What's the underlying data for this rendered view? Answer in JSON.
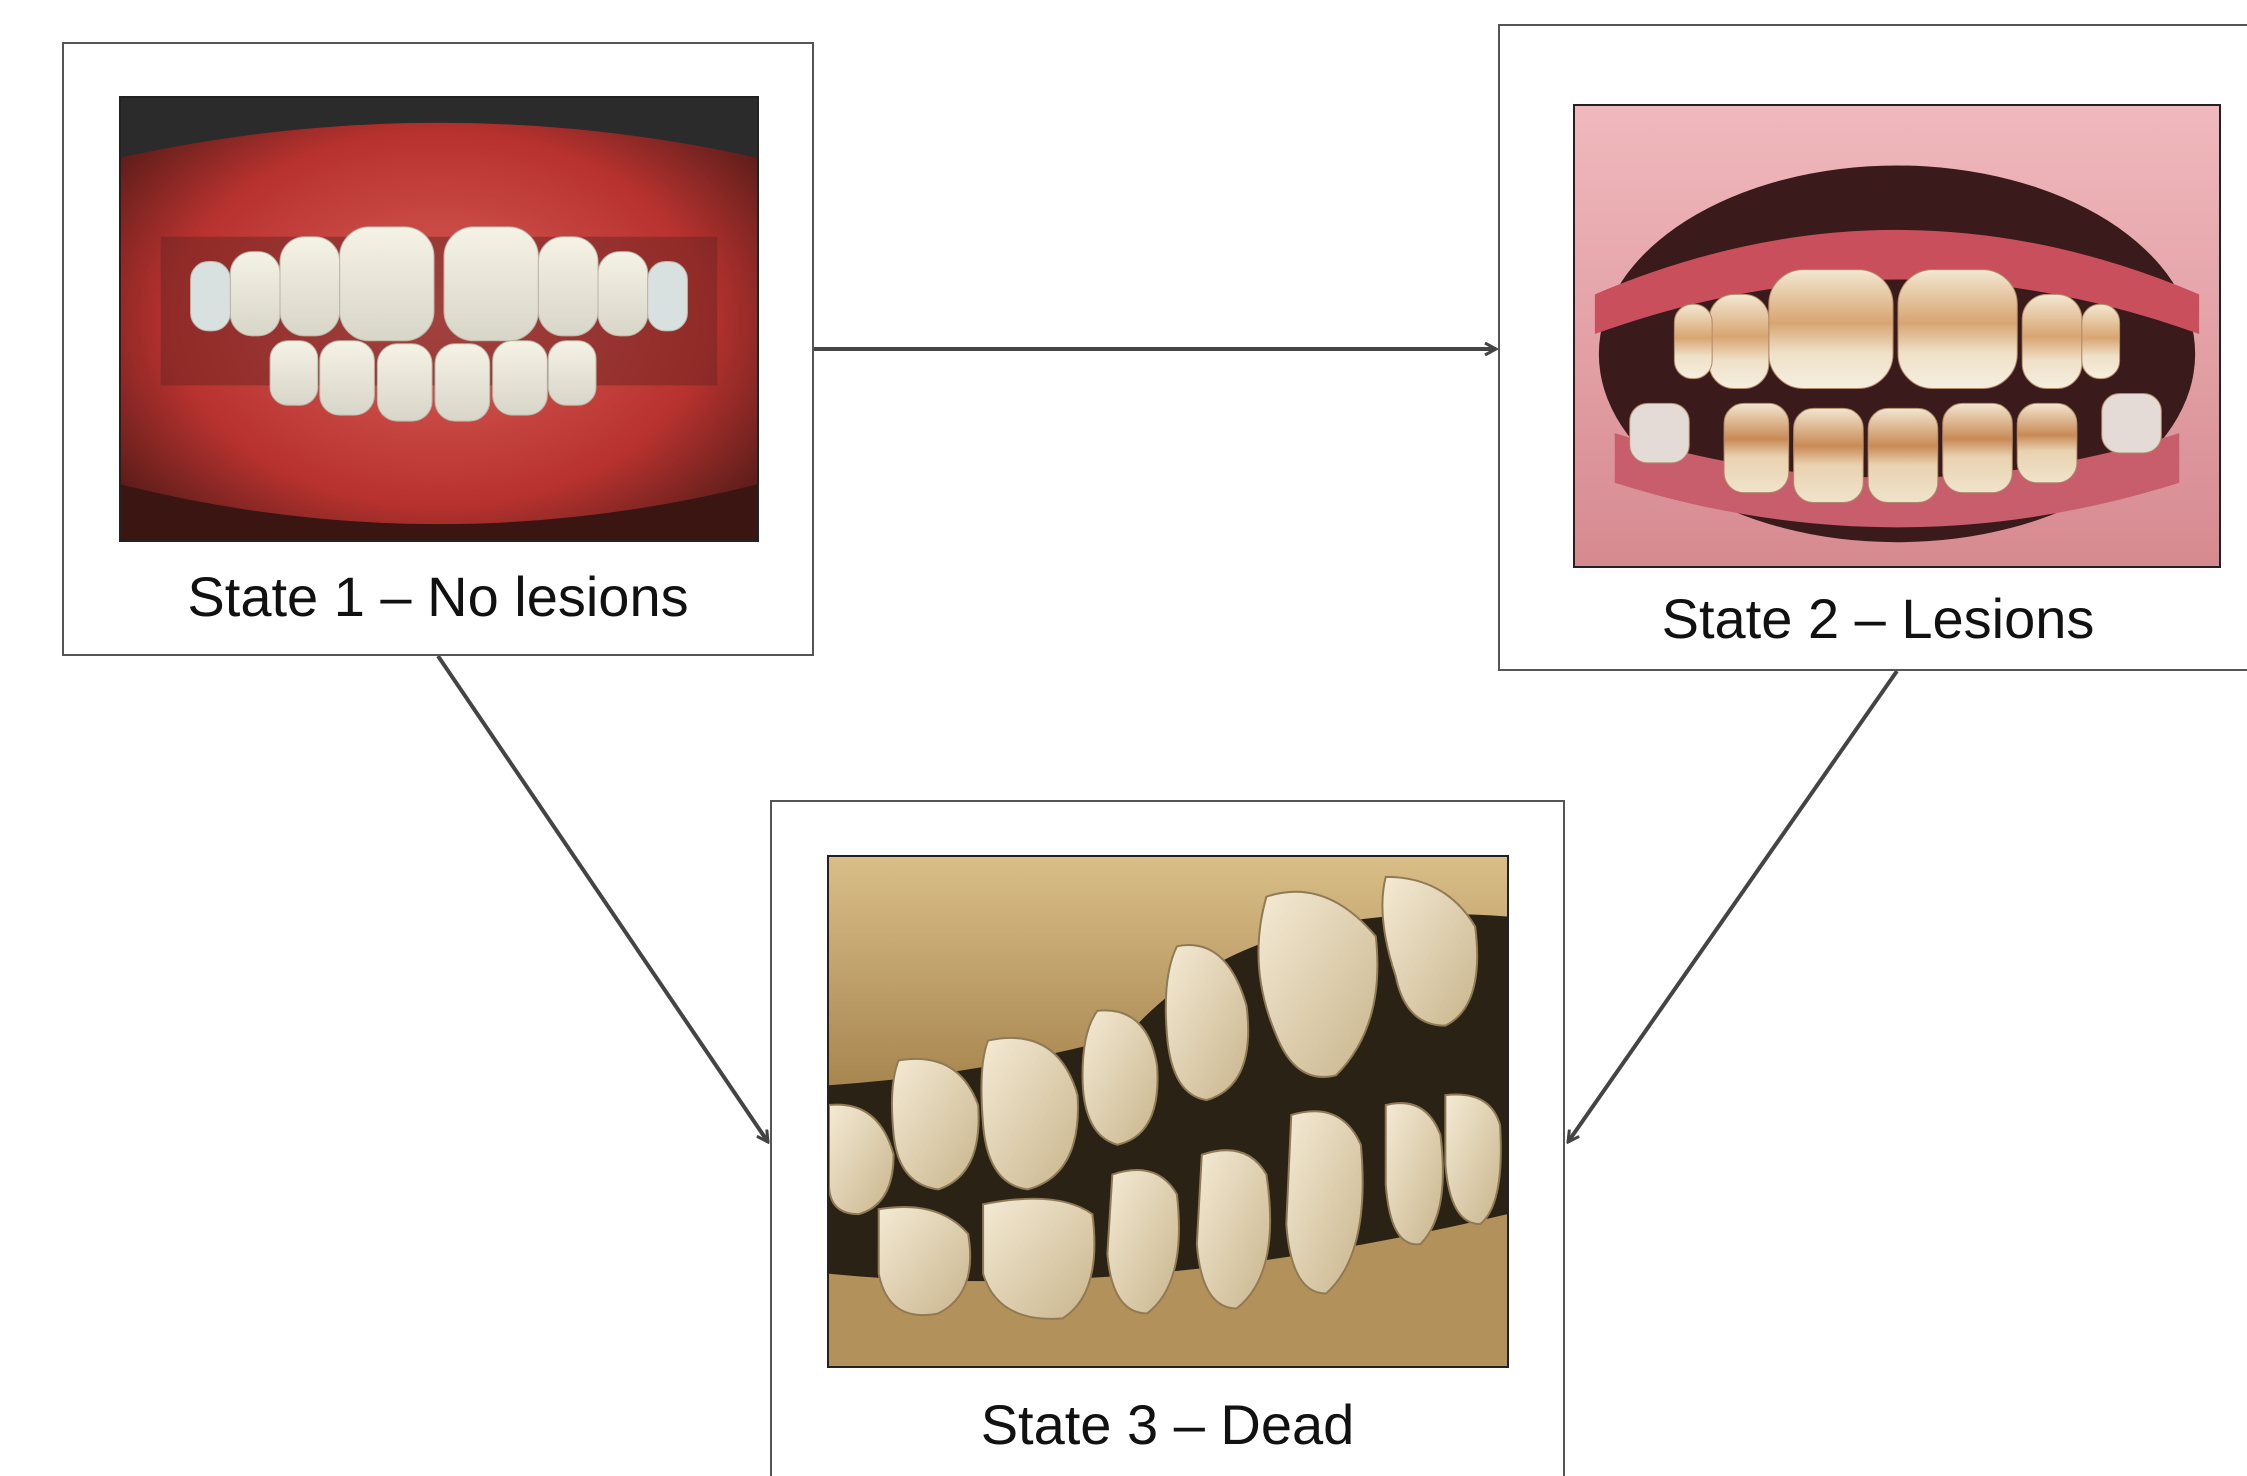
{
  "states": [
    {
      "id": "state1",
      "label": "State 1 – No lesions",
      "image": "healthy-teeth-photo"
    },
    {
      "id": "state2",
      "label": "State 2 – Lesions",
      "image": "fluorosis-lesion-teeth-photo"
    },
    {
      "id": "state3",
      "label": "State 3 – Dead",
      "image": "skull-teeth-photo"
    }
  ],
  "transitions": [
    {
      "from": "state1",
      "to": "state2"
    },
    {
      "from": "state1",
      "to": "state3"
    },
    {
      "from": "state2",
      "to": "state3"
    }
  ],
  "colors": {
    "border": "#555555",
    "arrow": "#444444",
    "text": "#111111"
  }
}
